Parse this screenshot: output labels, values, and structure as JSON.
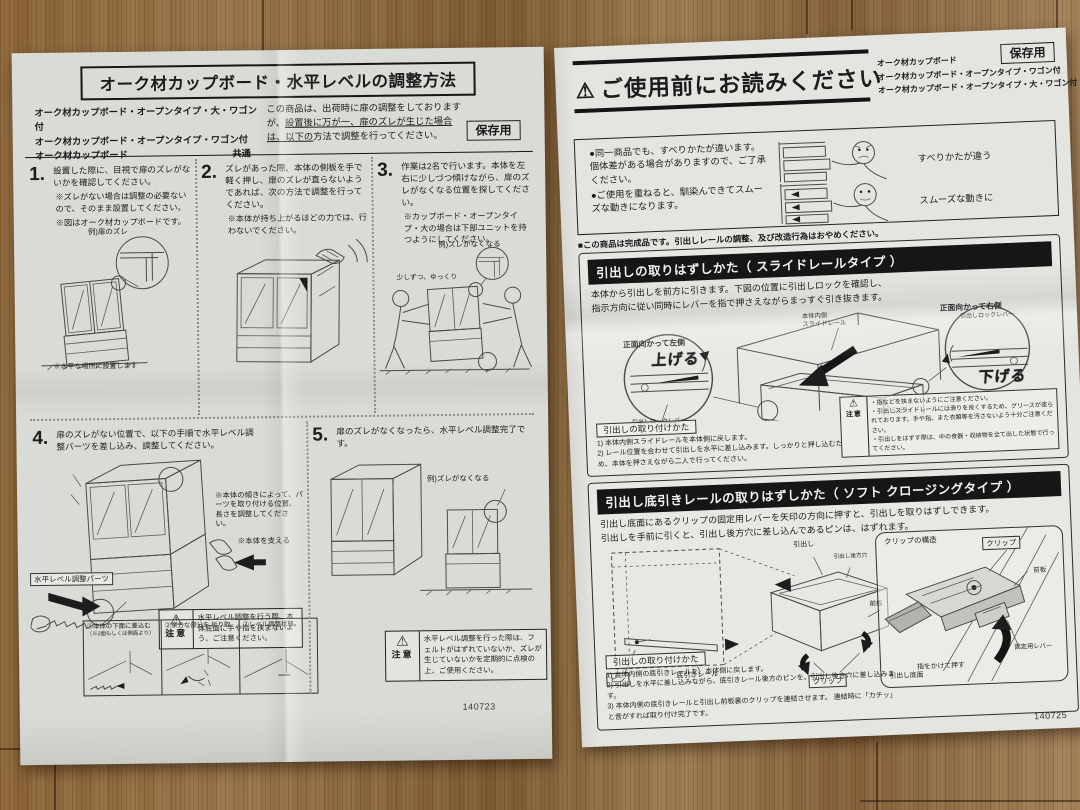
{
  "icons": {
    "warning": "⚠"
  },
  "left": {
    "title": "オーク材カップボード・水平レベルの調整方法",
    "models": [
      "オーク材カップボード・オープンタイプ・大・ワゴン付",
      "オーク材カップボード・オープンタイプ・ワゴン付",
      "オーク材カップボード"
    ],
    "common": "共通",
    "intro1": "この商品は、出荷時に扉の調整をしておりますが、",
    "intro2": "設置後に万が一、扉のズレが生じた場合は、以下の",
    "intro3": "方法で調整を行ってください。",
    "save_badge": "保存用",
    "steps": {
      "s1": {
        "num": "1.",
        "text": "設置した際に、目視で扉のズレがないかを確認してください。",
        "note1": "※ズレがない場合は調整の必要ないので、そのまま設置してください。",
        "note2": "※図はオーク材カップボードです。",
        "callout": "例)扉のズレ",
        "caption": "※水平な場所に設置します"
      },
      "s2": {
        "num": "2.",
        "text": "ズレがあった際、本体の側板を手で軽く押し、扉のズレが直らないようであれば、次の方法で調整を行ってください。",
        "note1": "※本体が持ち上がるほどの力では、行わないでください。"
      },
      "s3": {
        "num": "3.",
        "text": "作業は2名で行います。本体を左右に少しづつ傾けながら、扉のズレがなくなる位置を探してください。",
        "note1": "※カップボード・オープンタイプ・大の場合は下部ユニットを持つようにしてください。",
        "callout": "例)ズレがなくなる",
        "hint": "少しずつ、ゆっくり"
      },
      "s4": {
        "num": "4.",
        "text": "扉のズレがない位置で、以下の手順で水平レベル調整パーツを差し込み、調整してください。",
        "note1": "※本体の傾きによって、パーツを取り付ける位置、長さを調整してください。",
        "note2": "※本体を支える",
        "part": "水平レベル調整パーツ",
        "caution_title": "注意",
        "caution": "水平レベル調整を行う際、本体底面に手や指を挟まないよう、ご注意ください。",
        "p1": "①本体の下面に差込む",
        "p1b": "（※2面もしくは側面より）",
        "p2": "②余分な部分を 折り取る。",
        "p3": "③レベル調整状態。"
      },
      "s5": {
        "num": "5.",
        "text": "扉のズレがなくなったら、水平レベル調整完了です。",
        "callout": "例)ズレがなくなる",
        "caution_title": "注意",
        "caution": "水平レベル調整を行った際は、フェルトがはずれていないか、ズレが生じていないかを定期的に点検の上、ご使用ください。"
      }
    },
    "doc_number": "140723"
  },
  "right": {
    "title": "ご使用前にお読みください",
    "models": [
      "オーク材カップボード",
      "オーク材カップボード・オープンタイプ・ワゴン付",
      "オーク材カップボード・オープンタイプ・大・ワゴン付"
    ],
    "save_badge": "保存用",
    "notice": {
      "b1": "●同一商品でも、すべりかたが違います。個体差がある場合がありますので、ご了承ください。",
      "l1": "すべりかたが違う",
      "b2": "●ご使用を重ねると、馴染んできてスムーズな動きになります。",
      "l2": "スムーズな動きに"
    },
    "product_note": "■この商品は完成品です。引出しレールの調整、及び改造行為はおやめください。",
    "sec1": {
      "title": "引出しの取りはずしかた（ スライドレールタイプ ）",
      "body1": "本体から引出しを前方に引きます。下図の位置に引出しロックを確認し、",
      "body2": "指示方向に従い同時にレバーを指で押さえながらまっすぐ引き抜きます。",
      "lbl_right": "正面向かって右側",
      "lbl_lock_r": "引出しロックレバー",
      "lbl_down": "下げる",
      "lbl_left": "正面向かって左側",
      "lbl_up": "上げる",
      "lbl_lock_l": "引出しロックレバー",
      "lbl_rail1": "本体内側",
      "lbl_rail2": "スライドレール",
      "lbl_drawer": "引出し",
      "caution_title": "注意",
      "c1": "・指などを挟まないようにご注意ください。",
      "c2": "・引出しスライドレールには滑りを良くするため、グリースが塗られております。手や指、また衣類等を汚さないよう十分ご注意ください。",
      "c3": "・引出しをはずす際は、中の食器・収納物を全て出した状態で行ってください。",
      "attach_title": "引出しの取り付けかた",
      "a1": "1) 本体内側スライドレールを本体側に戻します。",
      "a2": "2) レール位置を合わせて引出しを水平に差し込みます。しっかりと押し込むため、本体を押さえながら二人で行ってください。"
    },
    "sec2": {
      "title": "引出し底引きレールの取りはずしかた（ ソフト クロージングタイプ ）",
      "body1": "引出し底面にあるクリップの固定用レバーを矢印の方向に押すと、引出しを取りはずしできます。",
      "body2": "引出しを手前に引くと、引出し後方穴に差し込んであるピンは、はずれます。",
      "lbl_pin": "ピン",
      "lbl_drawer": "引出し",
      "lbl_hole": "引出し後方穴",
      "lbl_front": "前板",
      "lbl_rail": "底引きレール",
      "lbl_clip": "クリップ",
      "inset_title": "クリップの構造",
      "lbl_clip2": "クリップ",
      "lbl_front2": "前板",
      "lbl_push": "指をかけて押す",
      "lbl_lever": "固定用レバー",
      "lbl_bottom": "引出し底面",
      "attach_title": "引出しの取り付けかた",
      "a1": "1) 本体内側の底引きレールを、本体側に戻します。",
      "a2": "2) 引出しを水平に差し込みながら、底引きレール後方のピンを、引出し後方穴に差し込みます。",
      "a3": "3) 本体内側の底引きレールと引出し前板裏のクリップを連結させます。 連結時に「カチッ」と音がすれば取り付け完了です。"
    },
    "doc_number": "140725"
  }
}
